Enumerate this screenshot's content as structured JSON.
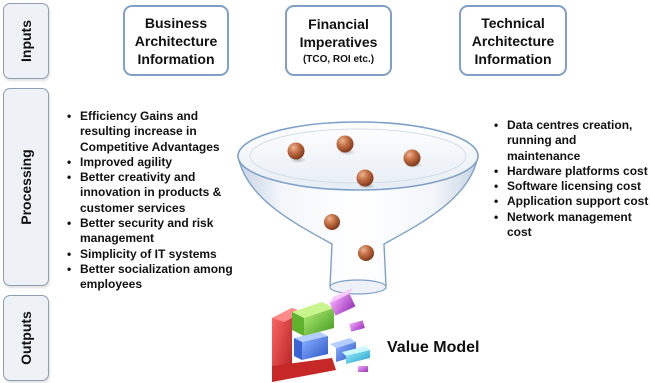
{
  "sidebar": {
    "inputs": "Inputs",
    "processing": "Processing",
    "outputs": "Outputs"
  },
  "inputs": {
    "business": {
      "lines": [
        "Business",
        "Architecture",
        "Information"
      ]
    },
    "financial": {
      "lines": [
        "Financial",
        "Imperatives"
      ],
      "sub": "(TCO, ROI etc.)"
    },
    "technical": {
      "lines": [
        "Technical",
        "Architecture",
        "Information"
      ]
    }
  },
  "processing": {
    "left_bullets": [
      [
        "Efficiency Gains and",
        "resulting increase in",
        "Competitive Advantages"
      ],
      [
        "Improved agility"
      ],
      [
        "Better creativity and",
        "innovation in products &",
        "customer services"
      ],
      [
        "Better security and risk",
        "management"
      ],
      [
        "Simplicity of IT systems"
      ],
      [
        "Better socialization among",
        "employees"
      ]
    ],
    "right_bullets": [
      [
        "Data centres creation,",
        "running and",
        "maintenance"
      ],
      [
        "Hardware platforms cost"
      ],
      [
        "Software licensing cost"
      ],
      [
        "Application support cost"
      ],
      [
        "Network management",
        "cost"
      ]
    ]
  },
  "output": {
    "label": "Value Model"
  },
  "colors": {
    "box_border": "#7f9fc8",
    "side_fill": "#eef1f5",
    "ball": "#b4623a",
    "funnel_edge": "#7fa0c8"
  }
}
